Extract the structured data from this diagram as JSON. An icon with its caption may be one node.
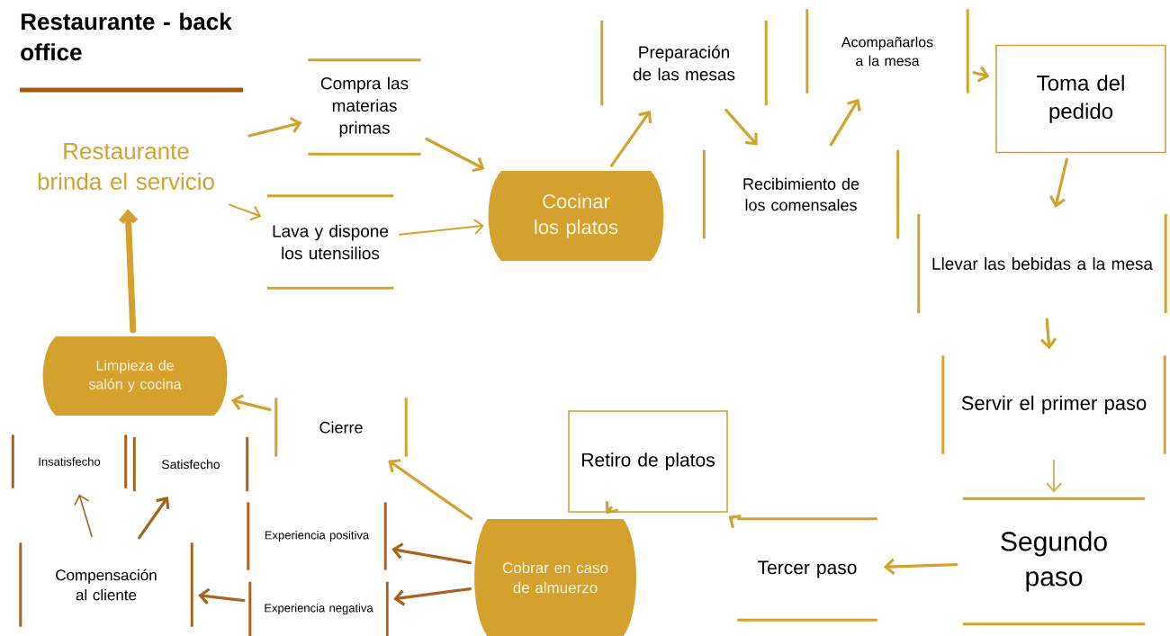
{
  "diagram": {
    "title": "Restaurante - back office",
    "nodes": [
      {
        "text": [
          "Restaurante brinda el servicio"
        ]
      },
      {
        "text": [
          "Compra las materias primas"
        ]
      },
      {
        "text": [
          "Lava y dispone los utensilios"
        ]
      },
      {
        "text": [
          "Cocinar los platos"
        ]
      },
      {
        "text": [
          "Preparación de las mesas"
        ]
      },
      {
        "text": [
          "Recibimiento de los comensales"
        ]
      },
      {
        "text": [
          "Acompañarlos a la mesa"
        ]
      },
      {
        "text": [
          "Toma del pedido"
        ]
      },
      {
        "text": [
          "Llevar las bebidas a la mesa"
        ]
      },
      {
        "text": [
          "Servir el primer paso"
        ]
      },
      {
        "text": [
          "Segundo paso"
        ]
      },
      {
        "text": [
          "Tercer paso"
        ]
      },
      {
        "text": [
          "Retiro de platos"
        ]
      },
      {
        "text": [
          "Cobrar en caso de almuerzo"
        ]
      },
      {
        "text": [
          "Cierre"
        ]
      },
      {
        "text": [
          "Limpieza de salón y cocina"
        ]
      },
      {
        "text": [
          "Experiencia positiva"
        ]
      },
      {
        "text": [
          "Experiencia negativa"
        ]
      },
      {
        "text": [
          "Compensación al cliente"
        ]
      },
      {
        "text": [
          "Insatisfecho"
        ]
      },
      {
        "text": [
          "Satisfecho"
        ]
      }
    ],
    "edges": [
      {
        "from": 0,
        "to": 1,
        "arrow": "to"
      },
      {
        "from": 1,
        "to": 3,
        "arrow": "to"
      },
      {
        "from": 0,
        "to": 2,
        "arrow": "to"
      },
      {
        "from": 2,
        "to": 3,
        "arrow": "to"
      },
      {
        "from": 3,
        "to": 4,
        "arrow": "to"
      },
      {
        "from": 4,
        "to": 5,
        "arrow": "to"
      },
      {
        "from": 5,
        "to": 6,
        "arrow": "to"
      },
      {
        "from": 6,
        "to": 7,
        "arrow": "to"
      },
      {
        "from": 7,
        "to": 8,
        "arrow": "to"
      },
      {
        "from": 8,
        "to": 9,
        "arrow": "to"
      },
      {
        "from": 9,
        "to": 10,
        "arrow": "to"
      },
      {
        "from": 10,
        "to": 11,
        "arrow": "to"
      },
      {
        "from": 11,
        "to": 12,
        "arrow": "to"
      },
      {
        "from": 12,
        "to": 13,
        "arrow": "to"
      },
      {
        "from": 13,
        "to": 14,
        "arrow": "to"
      },
      {
        "from": 14,
        "to": 15,
        "arrow": "to"
      },
      {
        "from": 15,
        "to": 0,
        "arrow": "to",
        "style": "thick"
      },
      {
        "from": 13,
        "to": 16,
        "arrow": "to",
        "color": "#a8621c"
      },
      {
        "from": 13,
        "to": 17,
        "arrow": "to",
        "color": "#a8621c"
      },
      {
        "from": 17,
        "to": 18,
        "arrow": "to",
        "color": "#a8621c"
      },
      {
        "from": 18,
        "to": 19,
        "arrow": "to",
        "color": "#a8621c"
      },
      {
        "from": 18,
        "to": 20,
        "arrow": "to",
        "color": "#a8621c"
      }
    ]
  }
}
